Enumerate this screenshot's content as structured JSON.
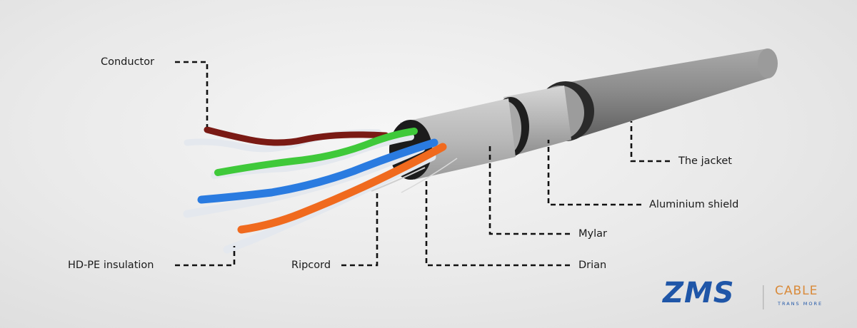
{
  "labels": {
    "conductor": "Conductor",
    "hdpe_insulation": "HD-PE insulation",
    "ripcord": "Ripcord",
    "drain": "Drian",
    "mylar": "Mylar",
    "aluminium_shield": "Aluminium shield",
    "jacket": "The jacket"
  },
  "logo": {
    "brand": "ZMS",
    "name": "CABLE",
    "tagline": "TRANS MORE",
    "brand_color": "#1f56a8",
    "accent_color": "#d98a3a"
  },
  "colors": {
    "jacket": "#8a8a8a",
    "shield": "#b3b3b3",
    "brown_pair": "#7a1a14",
    "green_pair": "#3fc93a",
    "blue_pair": "#2a7be0",
    "orange_pair": "#f06a1e",
    "white_strand": "#e4e8ee",
    "leader_line": "#111111"
  }
}
